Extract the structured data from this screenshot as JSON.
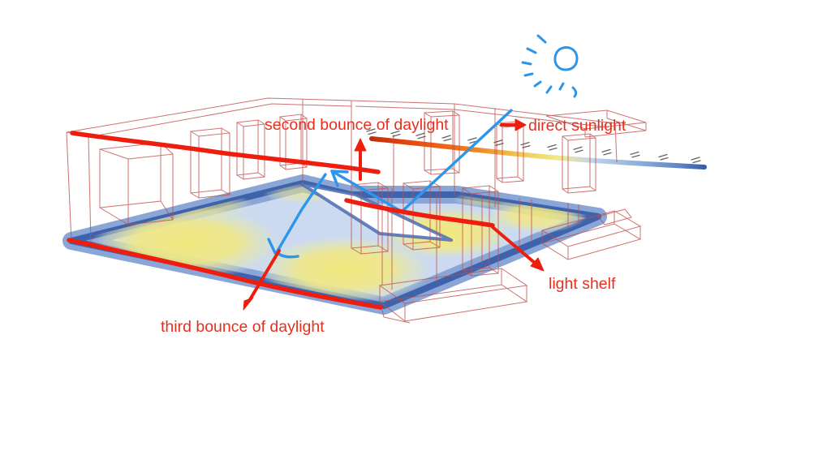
{
  "annotations": {
    "second_bounce": "second bounce of daylight",
    "direct_sunlight": "direct sunlight",
    "light_shelf": "light shelf",
    "third_bounce": "third bounce of daylight"
  },
  "scale_marks": {
    "count": 13
  },
  "colors": {
    "annotation_red": "#e5301f",
    "marker_red": "#ee1d0d",
    "sky_blue": "#2e96ea",
    "wireframe_red": "#c0504d",
    "heatmap_bright_yellow": "#f2e97e",
    "heatmap_mid_blue": "#8aa6d6",
    "heatmap_edge_blue": "#3e62ab",
    "shelf_band_hot": "#e8490e",
    "shelf_band_cool": "#3a5ca8"
  }
}
